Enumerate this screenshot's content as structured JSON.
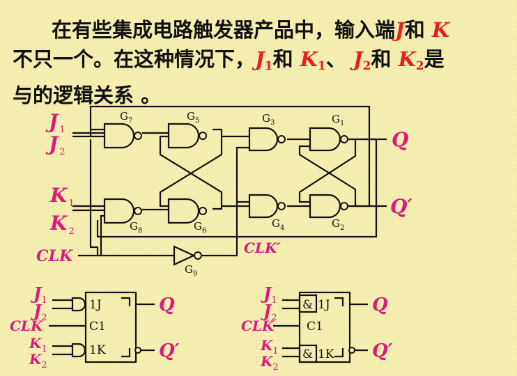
{
  "paragraph": {
    "l1_text": "在有些集成电路触发器产品中，输入端",
    "l1_J": "J",
    "l1_and": "和 ",
    "l1_K": "K",
    "l2_text": "不只一个。在这种情况下，",
    "J1_base": "J",
    "J1_sub": "1",
    "and2": "和 ",
    "K1_base": "K",
    "K1_sub": "1",
    "sep": "、",
    "J2_base": "J",
    "J2_sub": "2",
    "and3": "和 ",
    "K2_base": "K",
    "K2_sub": "2",
    "l2_end": "是",
    "l3_text": "与的逻辑关系 。"
  },
  "circuit": {
    "gates": [
      "G7",
      "G5",
      "G3",
      "G1",
      "G8",
      "G6",
      "G4",
      "G2",
      "G9"
    ],
    "gate_base": "G",
    "gate_subs": [
      "7",
      "5",
      "3",
      "1",
      "8",
      "6",
      "4",
      "2",
      "9"
    ],
    "inputs": {
      "J_base": "J",
      "K_base": "K",
      "sub1": "1",
      "sub2": "2",
      "clk": "CLK",
      "clk_prime": "CLK′"
    },
    "outputs": {
      "q": "Q",
      "q_prime": "Q′"
    }
  },
  "symbol_left": {
    "J_base": "J",
    "K_base": "K",
    "sub1": "1",
    "sub2": "2",
    "clk": "CLK",
    "pin_1j": "1J",
    "pin_c1": "C1",
    "pin_1k": "1K",
    "q": "Q",
    "q_prime": "Q′"
  },
  "symbol_right": {
    "J_base": "J",
    "K_base": "K",
    "sub1": "1",
    "sub2": "2",
    "clk": "CLK",
    "amp": "&",
    "pin_1j": "1J",
    "pin_c1": "C1",
    "pin_1k": "1K",
    "q": "Q",
    "q_prime": "Q′"
  },
  "colors": {
    "background": "#f4eeb0",
    "highlight_red": "#e51f1f",
    "pin_magenta": "#d81b7d",
    "line": "#111111"
  }
}
